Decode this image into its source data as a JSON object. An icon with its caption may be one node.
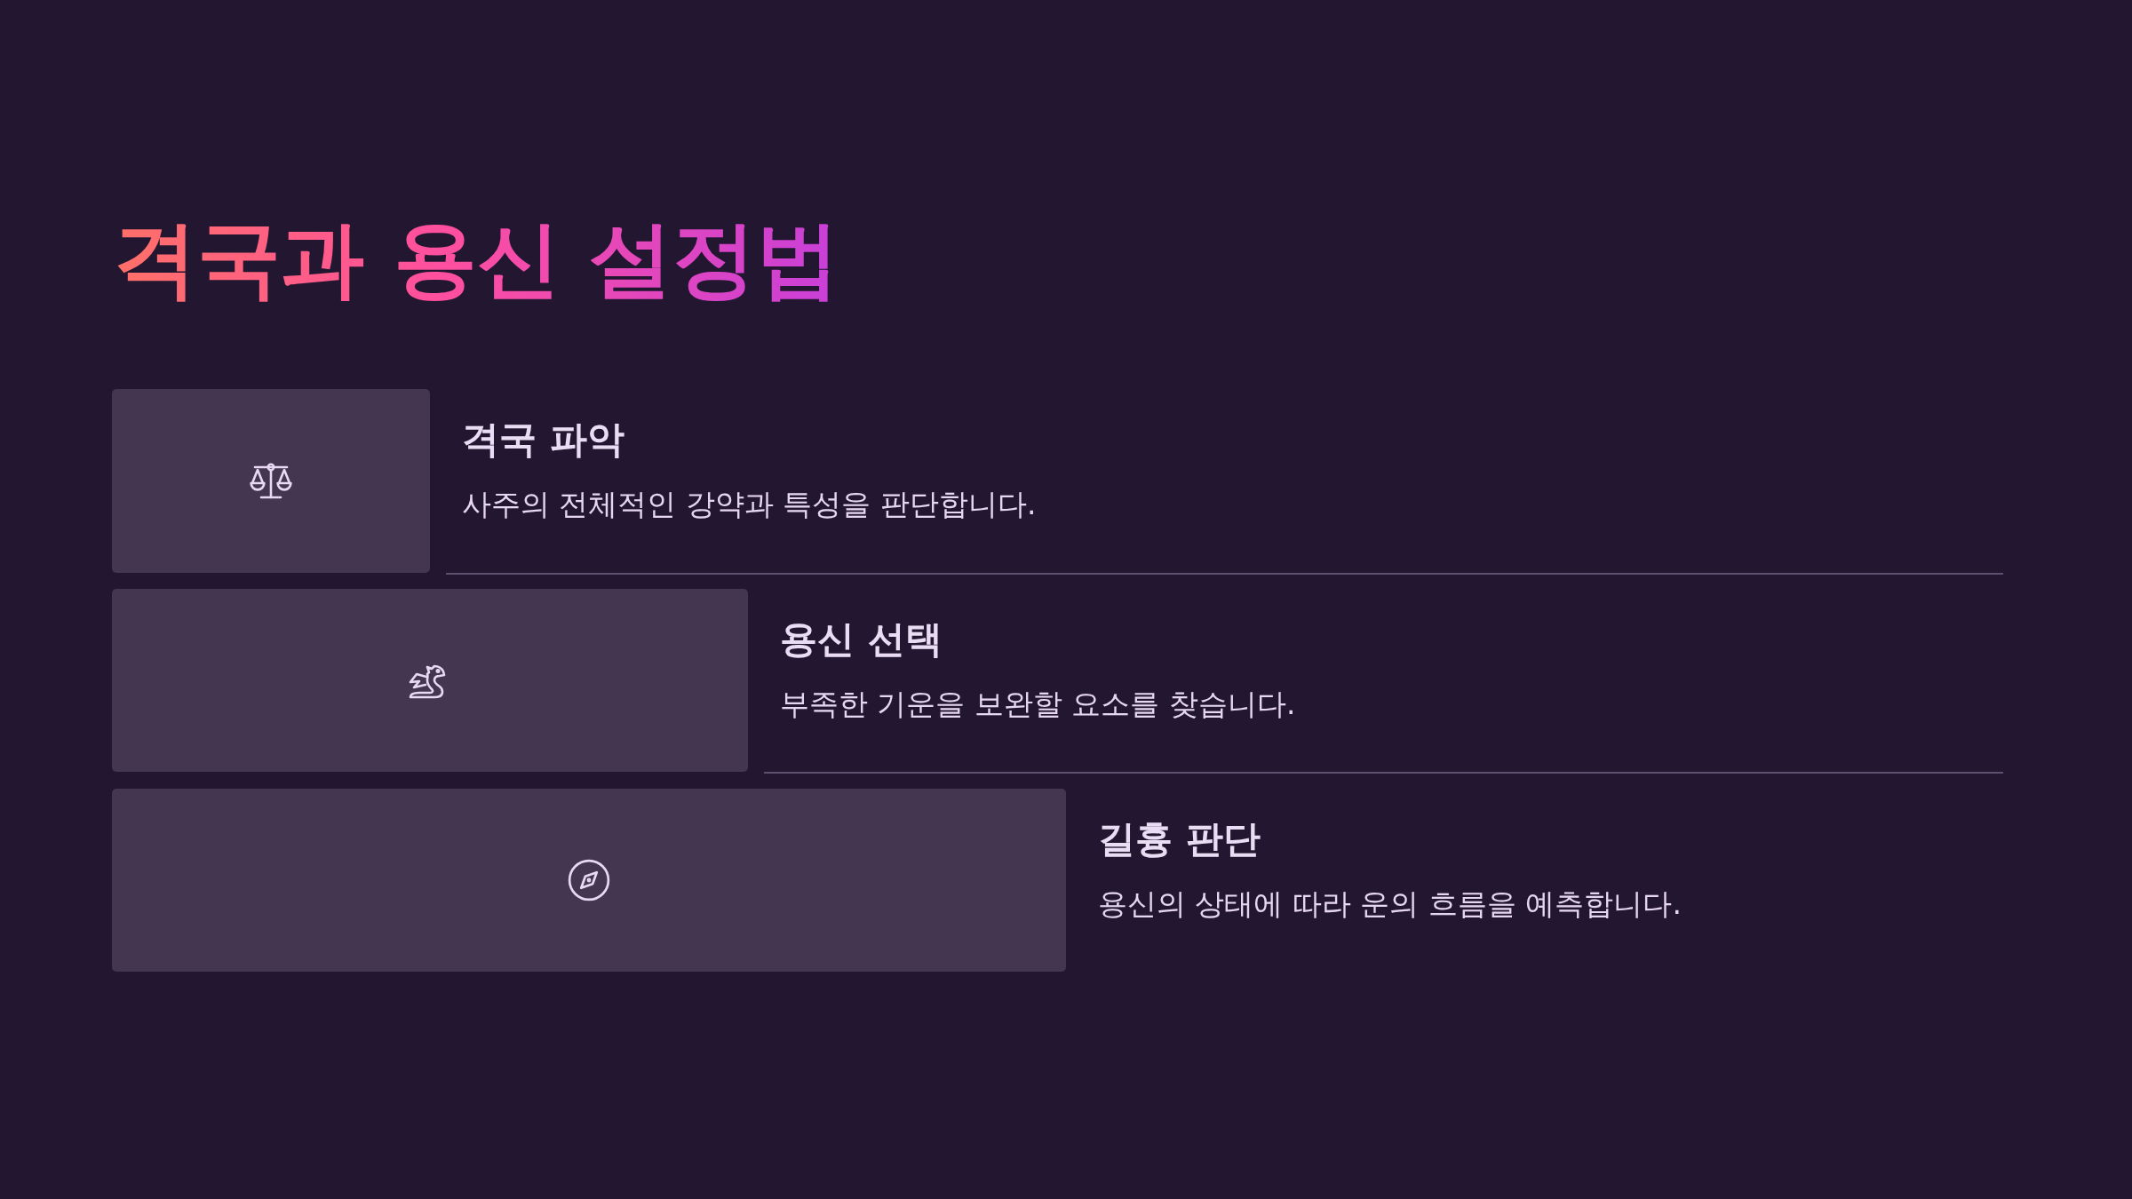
{
  "diagram": {
    "title": "격국과 용신 설정법",
    "nodes": [
      {
        "text": [],
        "shape": "box",
        "beside": [
          "격국 파악",
          "사주의 전체적인 강약과 특성을 판단합니다."
        ]
      },
      {
        "text": [],
        "shape": "box",
        "beside": [
          "용신 선택",
          "부족한 기운을 보완할 요소를 찾습니다."
        ]
      },
      {
        "text": [],
        "shape": "box",
        "beside": [
          "길흉 판단",
          "용신의 상태에 따라 운의 흐름을 예측합니다."
        ]
      }
    ]
  }
}
